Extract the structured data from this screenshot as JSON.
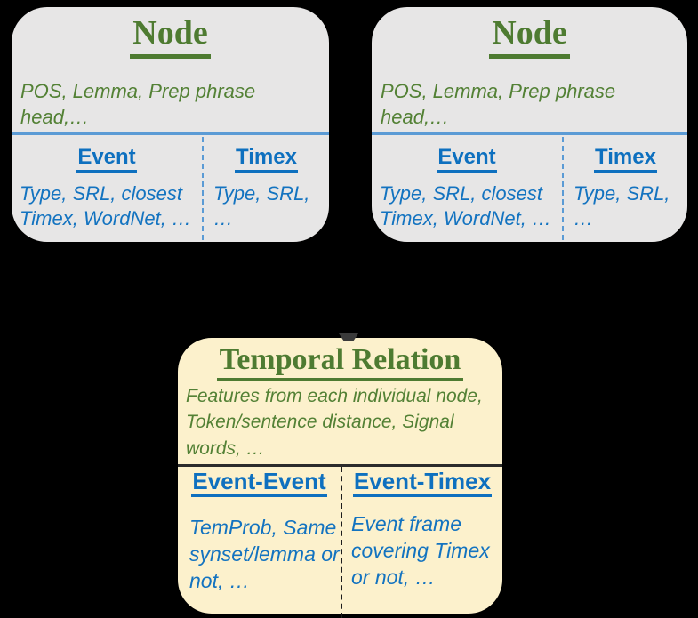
{
  "node_left": {
    "title": "Node",
    "attributes": "POS, Lemma, Prep phrase head,…",
    "event": {
      "header": "Event",
      "features": "Type, SRL, closest\nTimex, WordNet, …"
    },
    "timex": {
      "header": "Timex",
      "features": "Type, SRL,\n…"
    }
  },
  "node_right": {
    "title": "Node",
    "attributes": "POS, Lemma, Prep phrase head,…",
    "event": {
      "header": "Event",
      "features": "Type, SRL, closest\nTimex, WordNet, …"
    },
    "timex": {
      "header": "Timex",
      "features": "Type, SRL,\n…"
    }
  },
  "relation": {
    "title": "Temporal Relation",
    "attributes": "Features from each individual node,\nToken/sentence distance, Signal\nwords, …",
    "event_event": {
      "header": "Event-Event",
      "features": "TemProb, Same\nsynset/lemma or\nnot, …"
    },
    "event_timex": {
      "header": "Event-Timex",
      "features": "Event frame\ncovering Timex\nor not, …"
    }
  },
  "colors": {
    "background": "#000000",
    "node_fill": "#e7e6e6",
    "relation_fill": "#fcf1cc",
    "title_green": "#4e7b31",
    "body_green": "#538135",
    "header_blue": "#0e70bf",
    "body_blue": "#1373c0",
    "line_blue": "#5b9bd5",
    "line_dark": "#2b2b2b",
    "arrow_tip": "#3a3a3a"
  }
}
